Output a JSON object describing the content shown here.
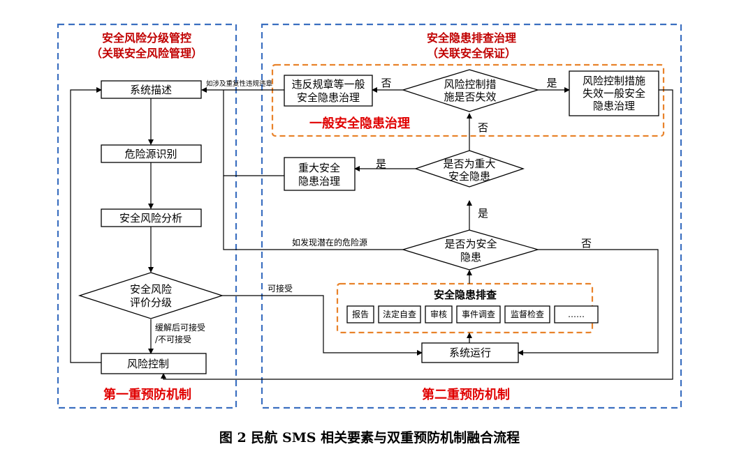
{
  "left_panel": {
    "title_line1": "安全风险分级管控",
    "title_line2": "（关联安全风险管理）",
    "footer": "第一重预防机制",
    "nodes": {
      "system_desc": "系统描述",
      "hazard_id": "危险源识别",
      "risk_analysis": "安全风险分析",
      "risk_eval_line1": "安全风险",
      "risk_eval_line2": "评价分级",
      "risk_control": "风险控制"
    },
    "edge_labels": {
      "mitigate_line1": "缓解后可接受",
      "mitigate_line2": "/不可接受"
    }
  },
  "right_panel": {
    "title_line1": "安全隐患排查治理",
    "title_line2": "（关联安全保证）",
    "footer": "第二重预防机制",
    "general_group_label": "一般安全隐患治理",
    "nodes": {
      "violation_line1": "违反规章等一般",
      "violation_line2": "安全隐患治理",
      "control_fail_q_line1": "风险控制措",
      "control_fail_q_line2": "施是否失效",
      "control_fail_line1": "风险控制措施",
      "control_fail_line2": "失效一般安全",
      "control_fail_line3": "隐患治理",
      "major_q_line1": "是否为重大",
      "major_q_line2": "安全隐患",
      "major_line1": "重大安全",
      "major_line2": "隐患治理",
      "is_hazard_q_line1": "是否为安全",
      "is_hazard_q_line2": "隐患",
      "system_run": "系统运行"
    },
    "inspection": {
      "title": "安全隐患排查",
      "items": [
        "报告",
        "法定自查",
        "审核",
        "事件调查",
        "监督检查",
        "……"
      ]
    },
    "edge_labels": {
      "no_top": "否",
      "yes_top": "是",
      "no_mid": "否",
      "yes_major": "是",
      "yes_hazard": "是",
      "no_hazard": "否",
      "repeat_violation": "如涉及重复性违规违章",
      "potential_hazard": "如发现潜在的危险源",
      "acceptable": "可接受"
    }
  },
  "caption": "图 2  民航 SMS 相关要素与双重预防机制融合流程"
}
